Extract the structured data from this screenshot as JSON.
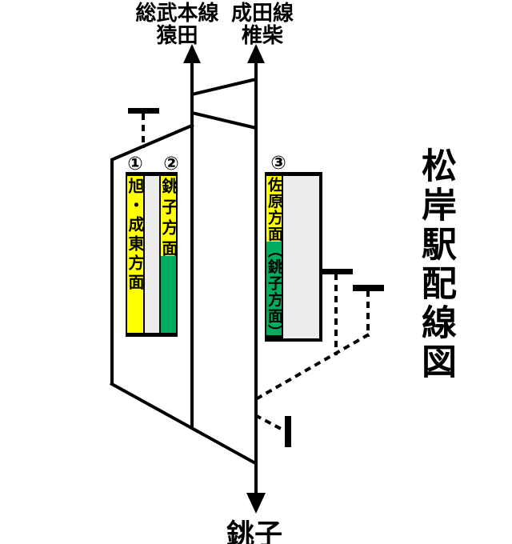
{
  "title": "松岸駅配線図",
  "top_destinations": {
    "sobu": {
      "line": "総武本線",
      "station": "猿田"
    },
    "narita": {
      "line": "成田線",
      "station": "椎柴"
    }
  },
  "bottom_destination": {
    "station": "銚子"
  },
  "platforms": [
    {
      "number": "①",
      "destination": "旭・成東方面"
    },
    {
      "number": "②",
      "destination": "銚子方面"
    },
    {
      "number": "③",
      "destination": "佐原方面（銚子方面）"
    }
  ],
  "colors": {
    "track": "#000000",
    "platform_surface": "#ededeb",
    "label_yellow": "#ffff00",
    "label_green": "#00ac5e"
  }
}
